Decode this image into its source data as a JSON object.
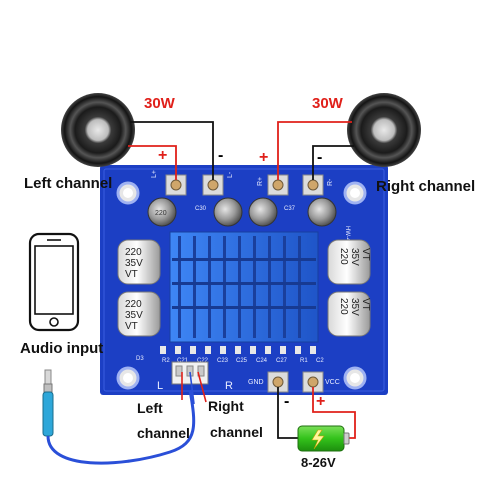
{
  "labels": {
    "left_power": "30W",
    "right_power": "30W",
    "left_channel": "Left channel",
    "right_channel": "Right channel",
    "audio_input": "Audio input",
    "input_left_line1": "Left",
    "input_left_line2": "channel",
    "input_right_line1": "Right",
    "input_right_line2": "channel",
    "voltage": "8-26V"
  },
  "polarity": {
    "left_plus": "+",
    "left_minus": "-",
    "right_plus": "+",
    "right_minus": "-",
    "gnd_minus": "-",
    "vcc_plus": "+"
  },
  "board_text": {
    "l_plus": "L+",
    "l_minus": "L-",
    "r_plus": "R+",
    "r_minus": "R-",
    "cap_large": "220 35V VT",
    "cap_small": "220",
    "board_l": "L",
    "board_r": "R",
    "gnd": "GND",
    "vcc": "VCC",
    "model": "HW-404",
    "silk_d3": "D3",
    "silk_r2": "R2",
    "silk_c21": "C21",
    "silk_c22": "C22",
    "silk_c23": "C23",
    "silk_c25": "C25",
    "silk_c24": "C24",
    "silk_c27": "C27",
    "silk_r1": "R1",
    "silk_c2": "C2",
    "silk_c30": "C30",
    "silk_c37": "C37"
  },
  "colors": {
    "board": "#1c3fc4",
    "heatsink": "#2f6de0",
    "wire_red": "#e0201a",
    "wire_black": "#111111",
    "battery_green": "#33c21b",
    "cable_blue": "#2a4fd8",
    "text_red": "#e0201a"
  }
}
